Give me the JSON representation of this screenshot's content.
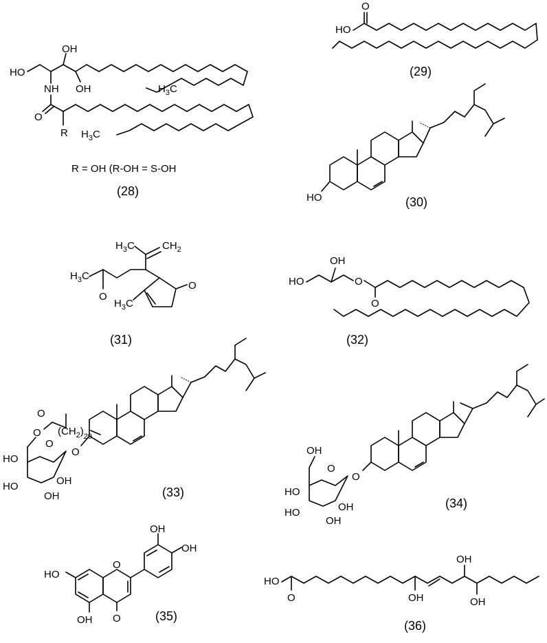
{
  "labels": {
    "c28": "(28)",
    "c29": "(29)",
    "c30": "(30)",
    "c31": "(31)",
    "c32": "(32)",
    "c33": "(33)",
    "c34": "(34)",
    "c35": "(35)",
    "c36": "(36)"
  },
  "notes": {
    "c28_r": "R = OH (R-OH = S-OH"
  },
  "atoms": {
    "oh": "OH",
    "ho": "HO",
    "nh": "NH",
    "o": "O",
    "r": "R",
    "h3c": "H3C",
    "ch2": "CH2",
    "sub29": "29",
    "ch2_group": "(CH2)"
  }
}
